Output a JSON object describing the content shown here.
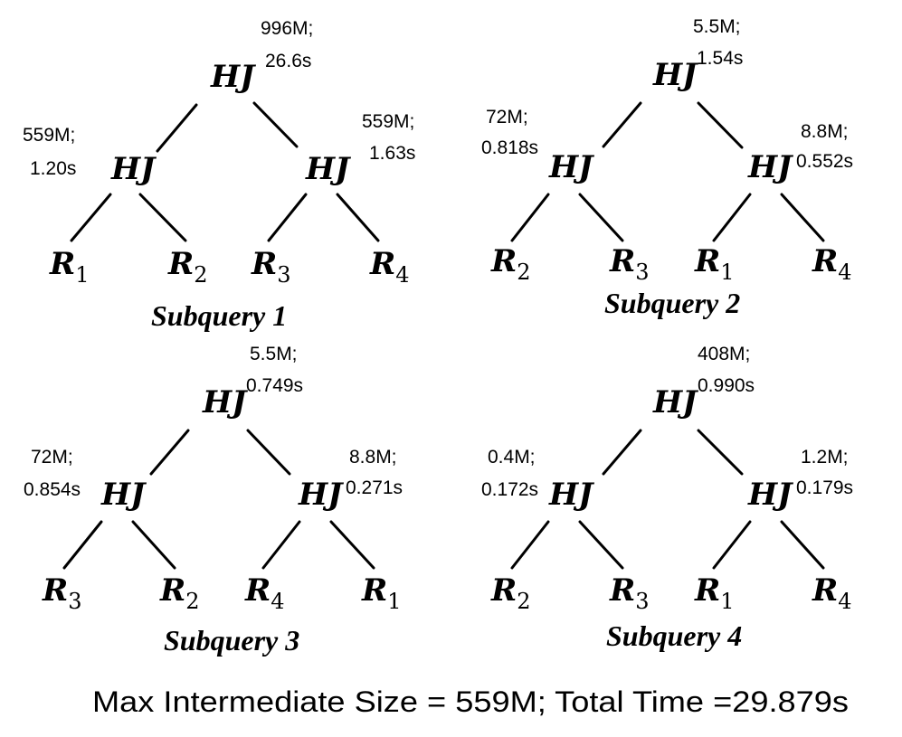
{
  "subqueries": [
    {
      "title": "Subquery 1",
      "root": {
        "op": "HJ",
        "size": "996M;",
        "time": "26.6s"
      },
      "left": {
        "op": "HJ",
        "size": "559M;",
        "time": "1.20s"
      },
      "right": {
        "op": "HJ",
        "size": "559M;",
        "time": "1.63s"
      },
      "leaves": [
        {
          "letter": "R",
          "sub": "1"
        },
        {
          "letter": "R",
          "sub": "2"
        },
        {
          "letter": "R",
          "sub": "3"
        },
        {
          "letter": "R",
          "sub": "4"
        }
      ]
    },
    {
      "title": "Subquery 2",
      "root": {
        "op": "HJ",
        "size": "5.5M;",
        "time": "1.54s"
      },
      "left": {
        "op": "HJ",
        "size": "72M;",
        "time": "0.818s"
      },
      "right": {
        "op": "HJ",
        "size": "8.8M;",
        "time": "0.552s"
      },
      "leaves": [
        {
          "letter": "R",
          "sub": "2"
        },
        {
          "letter": "R",
          "sub": "3"
        },
        {
          "letter": "R",
          "sub": "1"
        },
        {
          "letter": "R",
          "sub": "4"
        }
      ]
    },
    {
      "title": "Subquery 3",
      "root": {
        "op": "HJ",
        "size": "5.5M;",
        "time": "0.749s"
      },
      "left": {
        "op": "HJ",
        "size": "72M;",
        "time": "0.854s"
      },
      "right": {
        "op": "HJ",
        "size": "8.8M;",
        "time": "0.271s"
      },
      "leaves": [
        {
          "letter": "R",
          "sub": "3"
        },
        {
          "letter": "R",
          "sub": "2"
        },
        {
          "letter": "R",
          "sub": "4"
        },
        {
          "letter": "R",
          "sub": "1"
        }
      ]
    },
    {
      "title": "Subquery 4",
      "root": {
        "op": "HJ",
        "size": "408M;",
        "time": "0.990s"
      },
      "left": {
        "op": "HJ",
        "size": "0.4M;",
        "time": "0.172s"
      },
      "right": {
        "op": "HJ",
        "size": "1.2M;",
        "time": "0.179s"
      },
      "leaves": [
        {
          "letter": "R",
          "sub": "2"
        },
        {
          "letter": "R",
          "sub": "3"
        },
        {
          "letter": "R",
          "sub": "1"
        },
        {
          "letter": "R",
          "sub": "4"
        }
      ]
    }
  ],
  "footer": "Max Intermediate Size = 559M; Total Time =29.879s"
}
